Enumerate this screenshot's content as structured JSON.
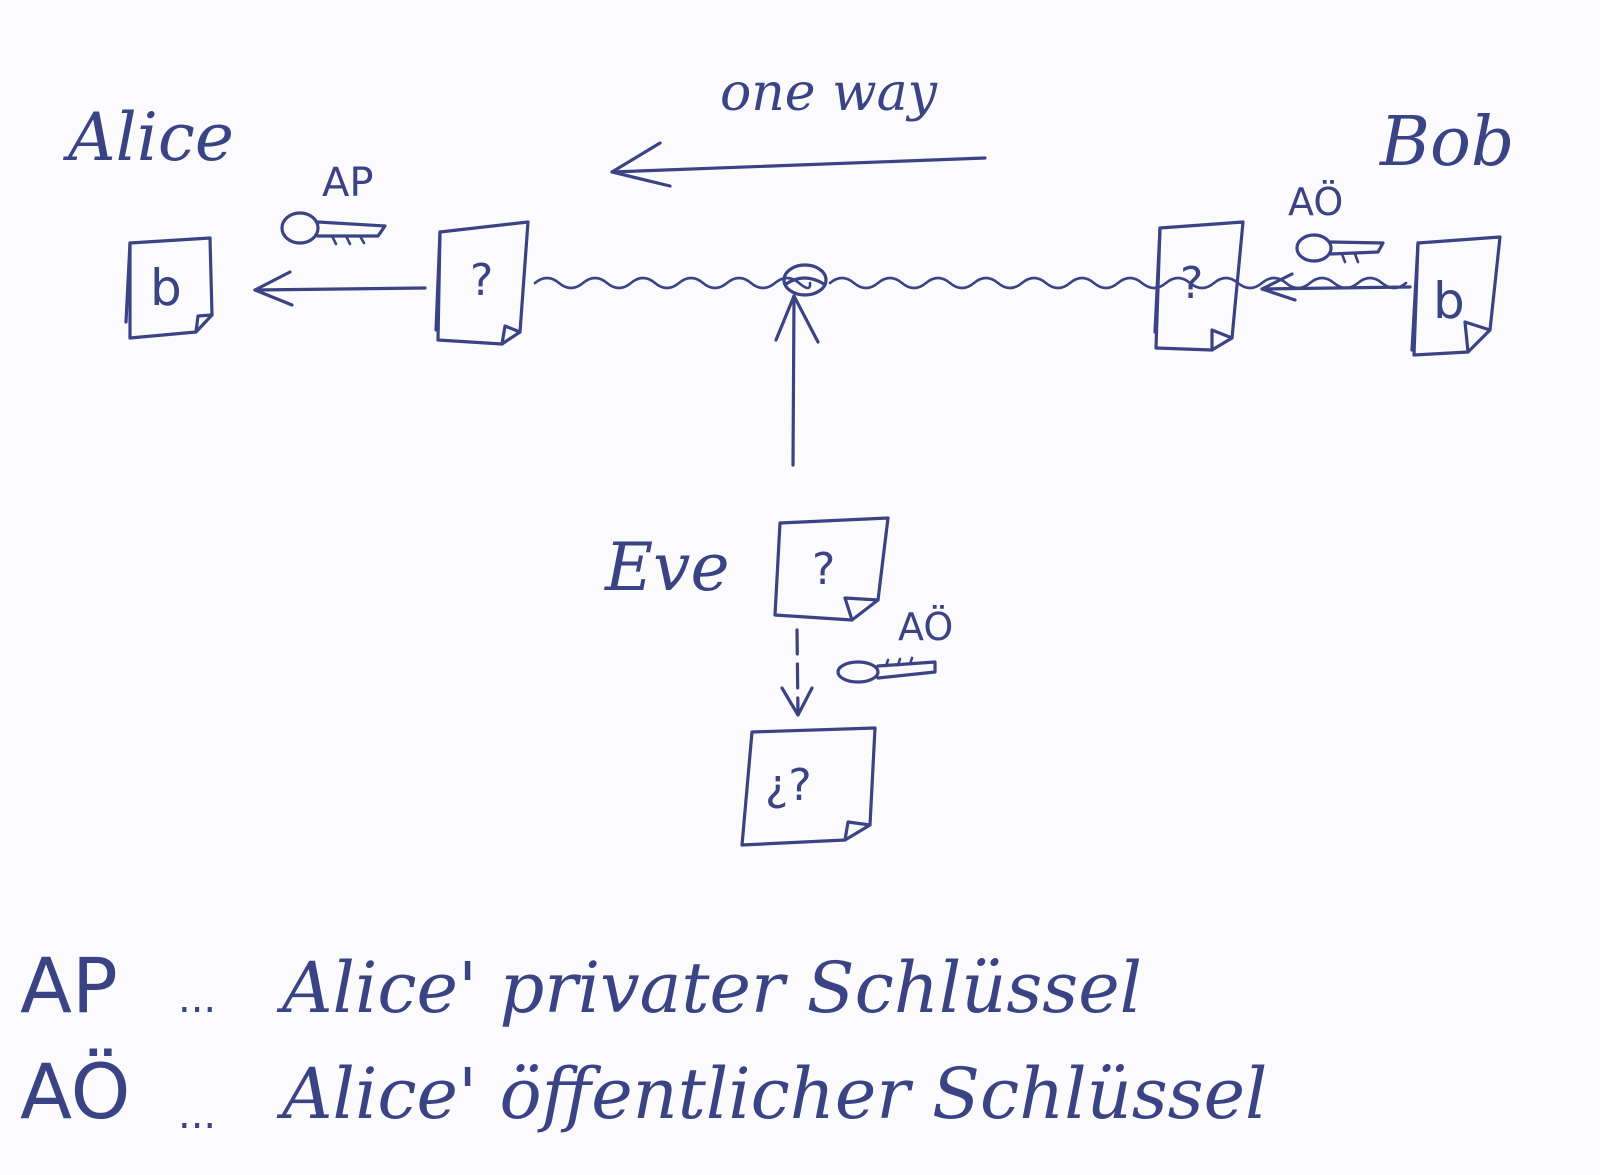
{
  "direction_label": "one way",
  "parties": {
    "alice": "Alice",
    "bob": "Bob",
    "eve": "Eve"
  },
  "documents": {
    "alice_plain": "b",
    "bob_plain": "b",
    "encrypted_left": "?",
    "encrypted_right": "?",
    "eve_intercepted": "?",
    "eve_result": "¿?"
  },
  "keys": {
    "alice_private": "AP",
    "bob_uses": "AÖ",
    "eve_uses": "AÖ"
  },
  "legend": [
    {
      "abbr": "AP",
      "sep": "...",
      "text": "Alice' privater Schlüssel"
    },
    {
      "abbr": "AÖ",
      "sep": "...",
      "text": "Alice' öffentlicher Schlüssel"
    }
  ],
  "colors": {
    "ink": "#3a4384",
    "paper": "#fbfbfd"
  }
}
